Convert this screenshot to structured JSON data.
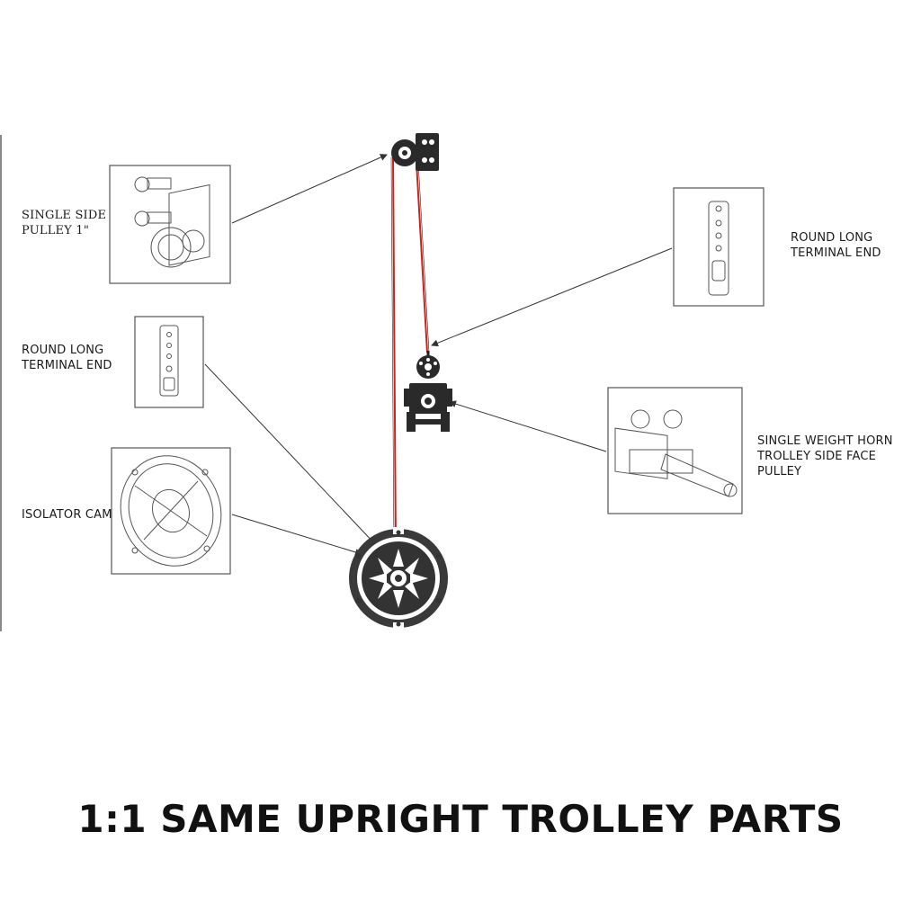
{
  "labels": {
    "single_side_pulley": "SINGLE SIDE\nPULLEY 1\"",
    "round_long_terminal_end_left": "ROUND LONG\nTERMINAL END",
    "isolator_cam": "ISOLATOR CAM",
    "round_long_terminal_end_right": "ROUND LONG\nTERMINAL END",
    "single_weight_horn": "SINGLE WEIGHT HORN\nTROLLEY SIDE FACE PULLEY"
  },
  "caption": "1:1 SAME UPRIGHT TROLLEY PARTS",
  "colors": {
    "cable": "#d0201a",
    "line": "#333333",
    "part": "#2a2a2a",
    "frame": "#444444"
  }
}
